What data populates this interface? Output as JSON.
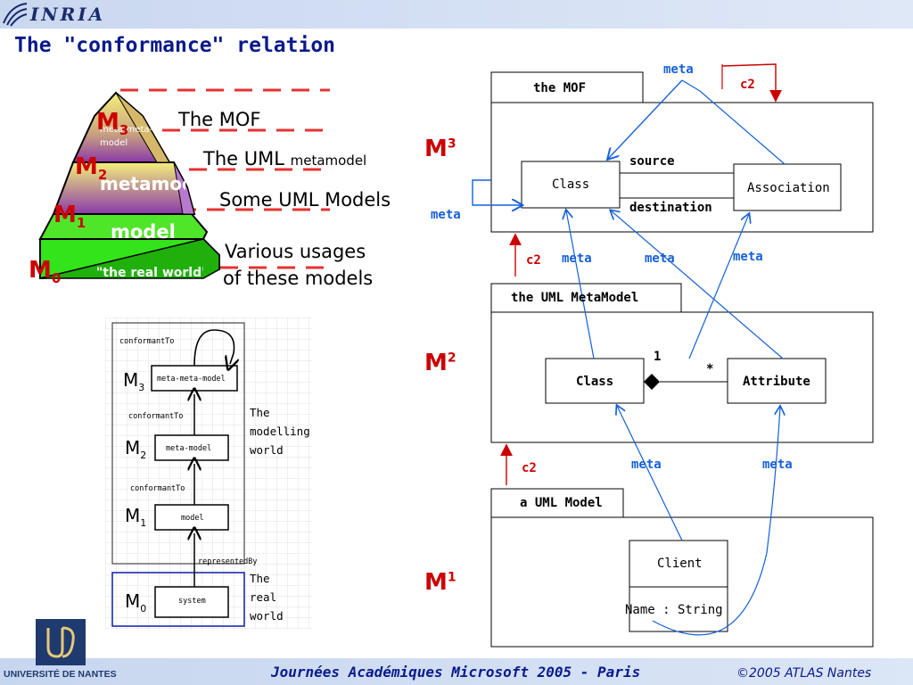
{
  "header": {
    "logo": "INRIA",
    "title": "The \"conformance\" relation"
  },
  "pyramid": {
    "levels": [
      {
        "m": "M",
        "sub": "3",
        "inner": "meta-meta-model",
        "text": "The MOF",
        "text_small": ""
      },
      {
        "m": "M",
        "sub": "2",
        "inner": "metamodel",
        "text": "The UML ",
        "text_small": "metamodel"
      },
      {
        "m": "M",
        "sub": "1",
        "inner": "model",
        "text": "Some UML Models",
        "text_small": ""
      },
      {
        "m": "M",
        "sub": "0",
        "inner": "\"the real world\"",
        "text": "Various usages",
        "text2": "of these models"
      }
    ],
    "colors": {
      "dash": "#e63232",
      "yellow": "#f2ec6a",
      "purple": "#8a3aa8",
      "green": "#33e41a",
      "mlabel": "#cc0000"
    }
  },
  "sketch": {
    "top_label": "conformantTo",
    "levels": [
      {
        "m": "M",
        "sub": "3",
        "box": "meta-meta-model"
      },
      {
        "m": "M",
        "sub": "2",
        "box": "meta-model"
      },
      {
        "m": "M",
        "sub": "1",
        "box": "model"
      },
      {
        "m": "M",
        "sub": "0",
        "box": "system"
      }
    ],
    "arrow_labels": [
      "conformantTo",
      "conformantTo",
      "representedBy"
    ],
    "modelling_world": [
      "The",
      "modelling",
      "world"
    ],
    "real_world": [
      "The",
      "real",
      "world"
    ]
  },
  "uml": {
    "m3": {
      "label": "M",
      "sup": "3",
      "package": "the MOF",
      "class": "Class",
      "association": "Association",
      "source": "source",
      "destination": "destination"
    },
    "m2": {
      "label": "M",
      "sup": "2",
      "package": "the UML MetaModel",
      "class": "Class",
      "attribute": "Attribute",
      "mult_one": "1",
      "mult_many": "*"
    },
    "m1": {
      "label": "M",
      "sup": "1",
      "package": "a UML Model",
      "client": "Client",
      "attr": "Name : String"
    },
    "meta_labels": [
      "meta",
      "meta",
      "meta",
      "meta",
      "meta",
      "meta",
      "meta"
    ],
    "c2_labels": [
      "c2",
      "c2",
      "c2"
    ],
    "colors": {
      "meta": "#1560d8",
      "c2": "#cc0000",
      "mlabel": "#cc0000"
    }
  },
  "footer": {
    "university": "UNIVERSITÉ DE NANTES",
    "event": "Journées Académiques Microsoft 2005 - Paris",
    "copyright": "©2005 ATLAS Nantes"
  }
}
